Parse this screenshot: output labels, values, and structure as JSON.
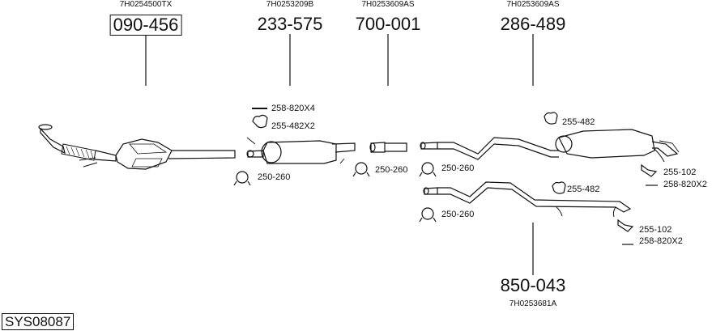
{
  "system_id": "SYS08087",
  "main_parts": [
    {
      "oem": "7H0254500TX",
      "part": "090-456",
      "boxed": true,
      "name": "catalytic-converter"
    },
    {
      "oem": "7H0253209B",
      "part": "233-575",
      "boxed": false,
      "name": "middle-silencer"
    },
    {
      "oem": "7H0253609AS",
      "part": "700-001",
      "boxed": false,
      "name": "connector-pipe"
    },
    {
      "oem": "7H0253609AS",
      "part": "286-489",
      "boxed": false,
      "name": "rear-silencer"
    },
    {
      "oem": "7H0253681A",
      "part": "850-043",
      "boxed": false,
      "name": "tail-pipe"
    }
  ],
  "accessories": [
    {
      "label": "258-820X4",
      "type": "bolt"
    },
    {
      "label": "255-482X2",
      "type": "rubber-mount"
    },
    {
      "label": "250-260",
      "type": "clamp"
    },
    {
      "label": "250-260",
      "type": "clamp"
    },
    {
      "label": "250-260",
      "type": "clamp"
    },
    {
      "label": "255-482",
      "type": "rubber-mount"
    },
    {
      "label": "255-102",
      "type": "bracket"
    },
    {
      "label": "258-820X2",
      "type": "bolt"
    },
    {
      "label": "250-260",
      "type": "clamp"
    },
    {
      "label": "255-482",
      "type": "rubber-mount"
    },
    {
      "label": "255-102",
      "type": "bracket"
    },
    {
      "label": "258-820X2",
      "type": "bolt"
    }
  ]
}
